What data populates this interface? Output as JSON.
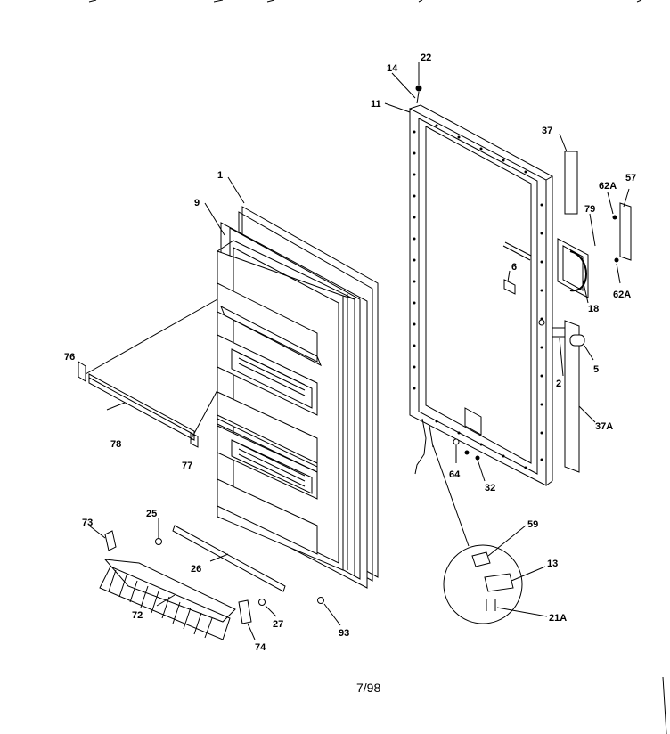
{
  "callouts": {
    "c1": "1",
    "c9": "9",
    "c76": "76",
    "c78": "78",
    "c77": "77",
    "c73": "73",
    "c25": "25",
    "c26": "26",
    "c72": "72",
    "c74": "74",
    "c27": "27",
    "c93": "93",
    "c14": "14",
    "c22": "22",
    "c11": "11",
    "c37": "37",
    "c57": "57",
    "c62a_top": "62A",
    "c79": "79",
    "c6": "6",
    "c62a_bot": "62A",
    "c18": "18",
    "c5": "5",
    "c2": "2",
    "c37a": "37A",
    "c64": "64",
    "c32": "32",
    "c59": "59",
    "c13": "13",
    "c21a": "21A"
  },
  "footer": {
    "date_code": "7/98"
  }
}
